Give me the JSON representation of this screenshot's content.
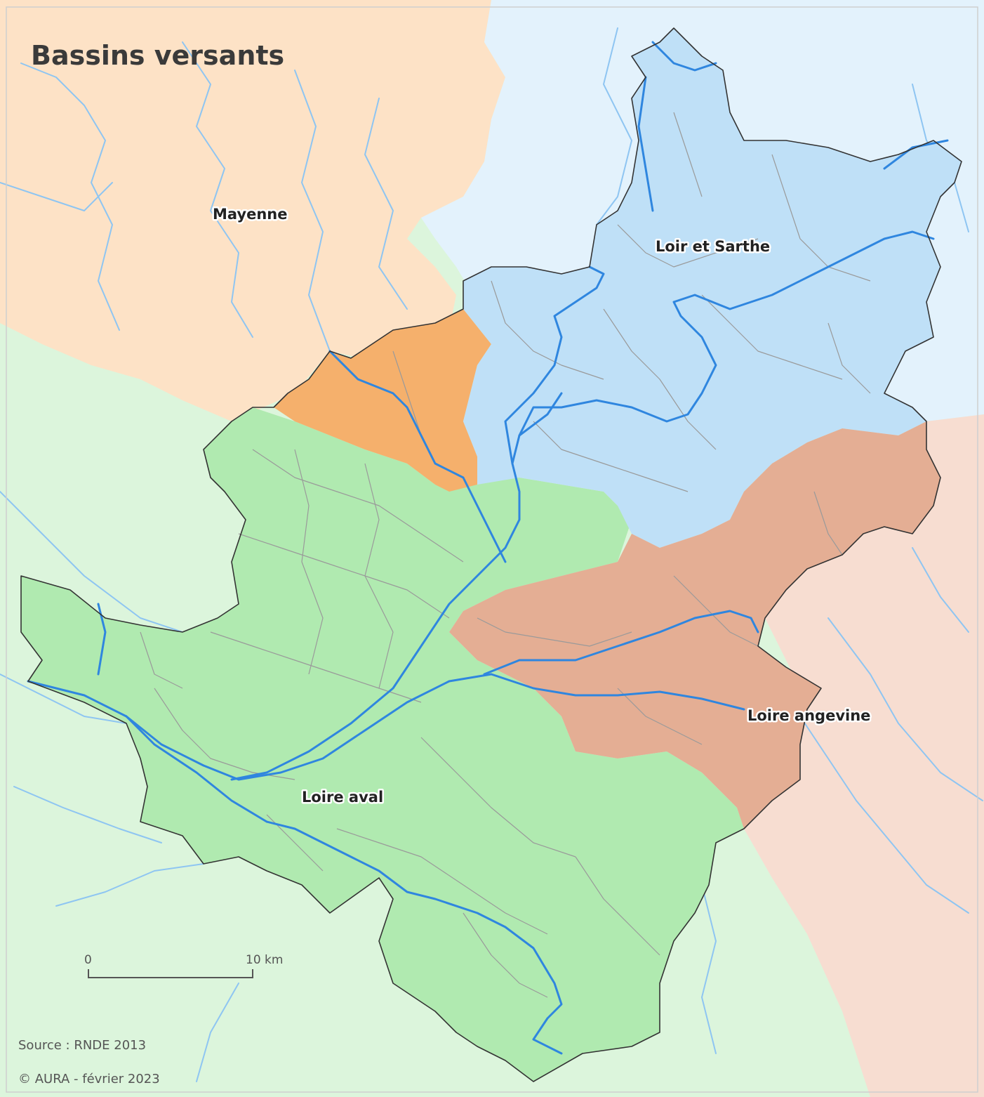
{
  "title": "Bassins versants",
  "basins": [
    {
      "id": "mayenne",
      "label": "Mayenne",
      "color": "#f5b06c",
      "color_outside": "#fde2c6"
    },
    {
      "id": "loir-sarthe",
      "label": "Loir et Sarthe",
      "color": "#bfe0f7",
      "color_outside": "#e3f2fc"
    },
    {
      "id": "loire-angevine",
      "label": "Loire angevine",
      "color": "#e4ae94",
      "color_outside": "#f7ddd1"
    },
    {
      "id": "loire-aval",
      "label": "Loire aval",
      "color": "#b0eab0",
      "color_outside": "#dcf5dc"
    }
  ],
  "scale": {
    "start_label": "0",
    "end_label": "10 km"
  },
  "source": "Source : RNDE 2013",
  "copyright": "© AURA - février 2023",
  "colors": {
    "river": "#2f86df",
    "river_outside": "#8ec5f2",
    "outline": "#333333",
    "commune_border": "#9a9a9a"
  }
}
